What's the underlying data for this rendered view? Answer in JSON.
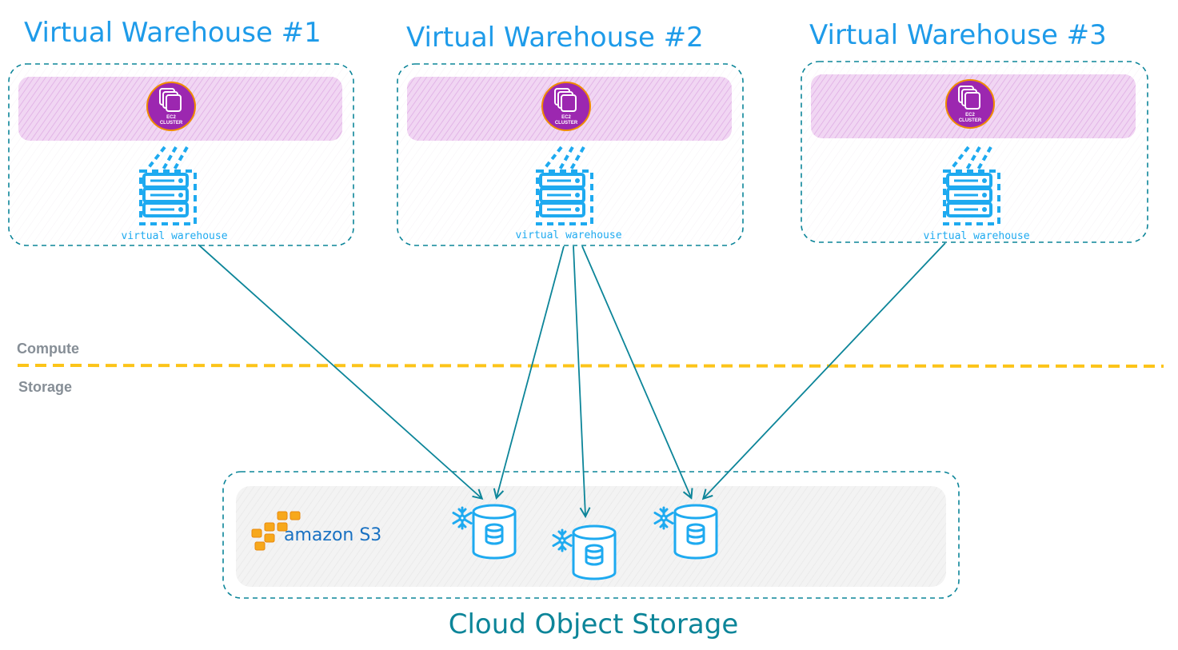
{
  "warehouses": [
    {
      "title": "Virtual Warehouse #1",
      "ec2_line1": "EC2",
      "ec2_line2": "CLUSTER",
      "label": "virtual warehouse"
    },
    {
      "title": "Virtual Warehouse #2",
      "ec2_line1": "EC2",
      "ec2_line2": "CLUSTER",
      "label": "virtual warehouse"
    },
    {
      "title": "Virtual Warehouse #3",
      "ec2_line1": "EC2",
      "ec2_line2": "CLUSTER",
      "label": "virtual warehouse"
    }
  ],
  "layers": {
    "compute": "Compute",
    "storage": "Storage"
  },
  "storage": {
    "title": "Cloud Object Storage",
    "provider": "amazon S3"
  },
  "colors": {
    "warehouse_title": "#1e9be9",
    "dashed_border": "#0c8599",
    "ec2_band": "#e8c1ec",
    "ec2_badge": "#9c27b0",
    "server_icon": "#1eaaf0",
    "arrow": "#0c8599",
    "divider": "#fcc419",
    "layer_label": "#868e96",
    "storage_band": "#eeeeee",
    "s3_orange": "#f7a81b"
  },
  "icons": [
    "ec2-cluster-icon",
    "server-stack-icon",
    "aws-cubes-icon",
    "snowflake-icon",
    "database-cylinder-icon"
  ]
}
